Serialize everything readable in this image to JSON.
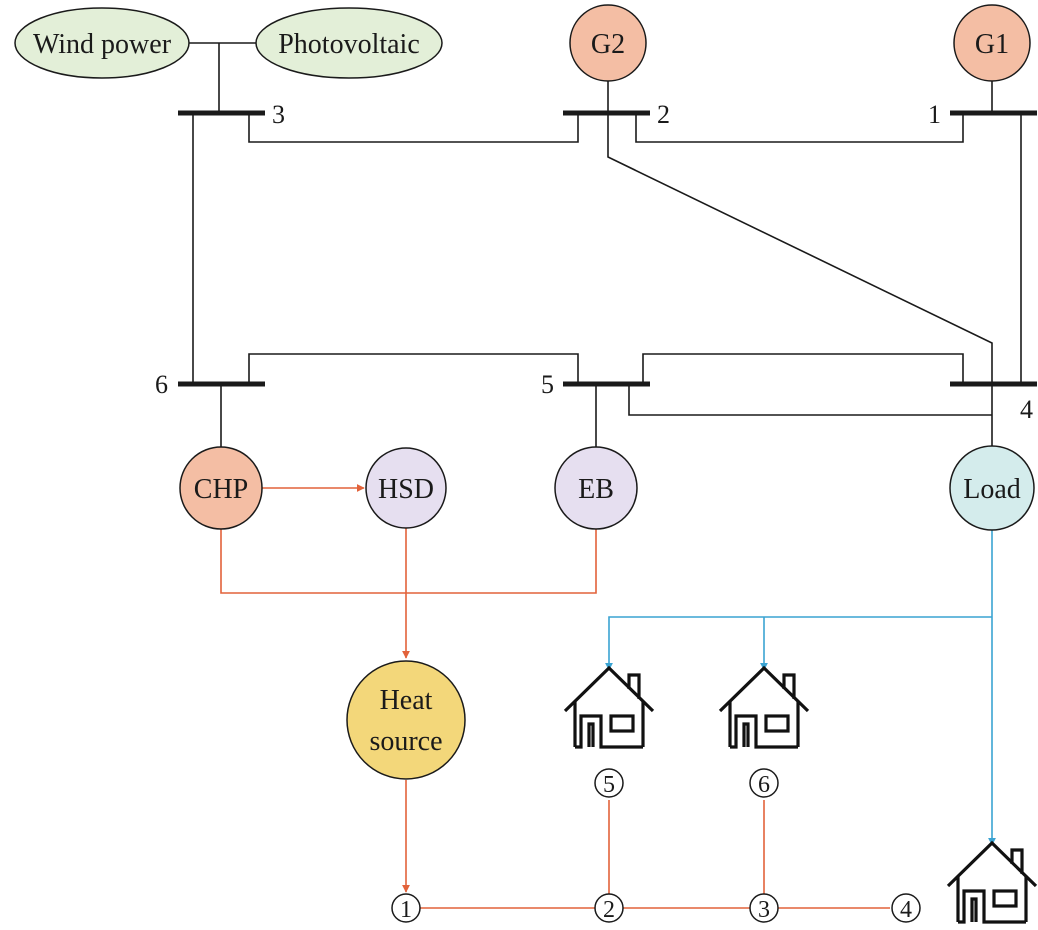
{
  "sources": {
    "wind": "Wind power",
    "pv": "Photovoltaic",
    "g2": "G2",
    "g1": "G1"
  },
  "buses": {
    "b1": "1",
    "b2": "2",
    "b3": "3",
    "b4": "4",
    "b5": "5",
    "b6": "6"
  },
  "units": {
    "chp": "CHP",
    "hsd": "HSD",
    "eb": "EB",
    "load": "Load",
    "heat_source_line1": "Heat",
    "heat_source_line2": "source"
  },
  "heat_nodes": {
    "n1": "1",
    "n2": "2",
    "n3": "3",
    "n4": "4",
    "n5": "5",
    "n6": "6"
  },
  "colors": {
    "renewable_fill": "#e3efd8",
    "generator_fill": "#f4bea4",
    "storage_fill": "#e6dff0",
    "load_fill": "#d4ecec",
    "heat_source_fill": "#f3d77a",
    "heat_pipe": "#e2623a",
    "electric_supply": "#3aa3d2"
  }
}
